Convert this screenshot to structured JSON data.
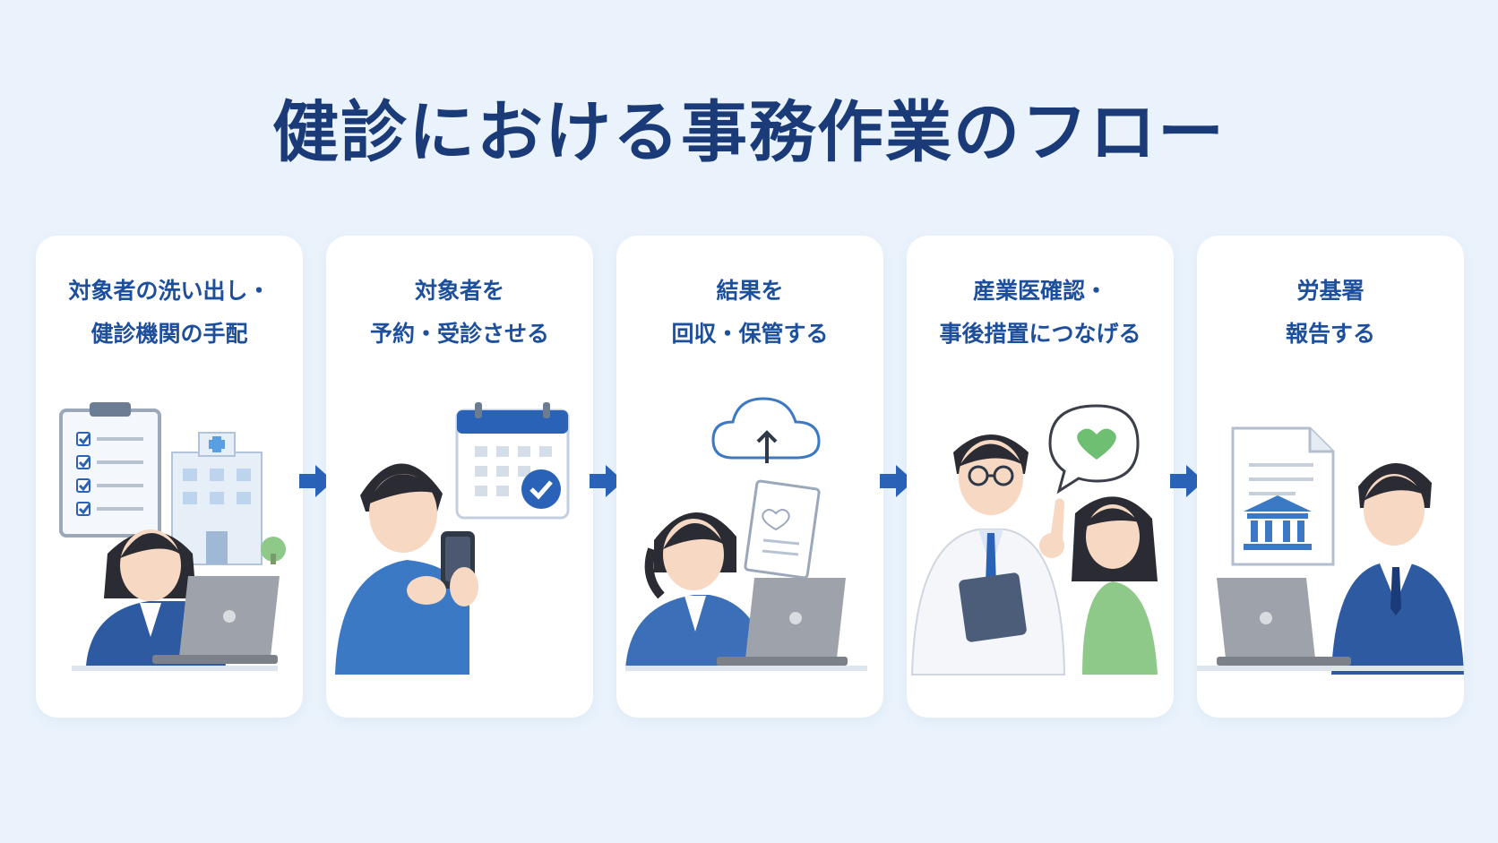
{
  "title": "健診における事務作業のフロー",
  "colors": {
    "background": "#eaf3fc",
    "title": "#1a3a78",
    "label": "#1d4f9c",
    "arrow": "#2a62b8",
    "suit": "#3b6fb7",
    "accent_green": "#6fbf73"
  },
  "steps": [
    {
      "lines": [
        "対象者の洗い出し・",
        "健診機関の手配"
      ],
      "icons": [
        "clipboard-checklist-icon",
        "hospital-building-icon",
        "laptop-icon"
      ]
    },
    {
      "lines": [
        "対象者を",
        "予約・受診させる"
      ],
      "icons": [
        "calendar-check-icon",
        "smartphone-icon"
      ]
    },
    {
      "lines": [
        "結果を",
        "回収・保管する"
      ],
      "icons": [
        "cloud-upload-icon",
        "health-document-icon",
        "laptop-icon"
      ]
    },
    {
      "lines": [
        "産業医確認・",
        "事後措置につなげる"
      ],
      "icons": [
        "speech-bubble-heart-icon",
        "tablet-icon"
      ]
    },
    {
      "lines": [
        "労基署",
        "報告する"
      ],
      "icons": [
        "report-document-icon",
        "government-building-icon",
        "laptop-icon"
      ]
    }
  ]
}
